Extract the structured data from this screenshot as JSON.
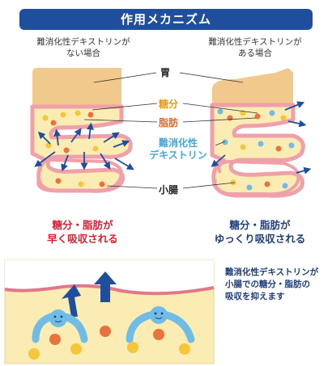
{
  "title": "作用メカニズム",
  "left_condition": [
    "難消化性デキストリンが",
    "ない場合"
  ],
  "right_condition": [
    "難消化性デキストリンが",
    "ある場合"
  ],
  "labels": {
    "stomach": "胃",
    "sugar": "糖分",
    "fat": "脂肪",
    "dextrin": [
      "難消化性",
      "デキストリン"
    ],
    "small_intestine": "小腸"
  },
  "left_result": [
    "糖分・脂肪が",
    "早く吸収される"
  ],
  "right_result": [
    "糖分・脂肪が",
    "ゆっくり吸収される"
  ],
  "callout": [
    "難消化性デキストリンが",
    "小腸での糖分・脂肪の",
    "吸収を抑えます"
  ],
  "colors": {
    "title_bg": "#1f4e9c",
    "stomach": "#f2c98c",
    "intestine_fill": "#fbecb3",
    "intestine_wall": "#f0a0a8",
    "sugar_dot": "#f5c63a",
    "fat_dot": "#e8733d",
    "dextrin_dot": "#6fbde6",
    "arrow": "#1f4e9c",
    "label_sugar": "#e89a16",
    "label_fat": "#e06a2c",
    "label_dextrin": "#45a5dc",
    "result_left": "#d81e2f",
    "result_right": "#1f3d7a"
  }
}
